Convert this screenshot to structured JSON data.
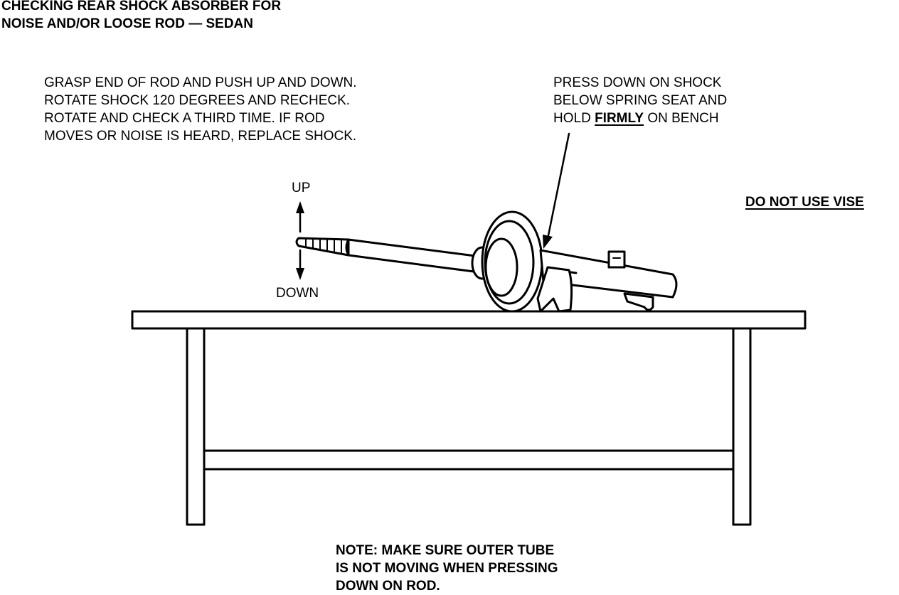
{
  "title": {
    "line1": "CHECKING REAR SHOCK ABSORBER FOR",
    "line2": "NOISE AND/OR LOOSE ROD — SEDAN"
  },
  "instructions_left": {
    "line1": "GRASP END OF ROD AND PUSH UP AND DOWN.",
    "line2": "ROTATE SHOCK 120 DEGREES AND RECHECK.",
    "line3": "ROTATE AND CHECK A THIRD TIME. IF ROD",
    "line4": "MOVES OR NOISE IS HEARD, REPLACE SHOCK."
  },
  "instructions_right": {
    "line1": "PRESS DOWN ON SHOCK",
    "line2": "BELOW SPRING SEAT AND",
    "line3_prefix": "HOLD ",
    "line3_emphasis": "FIRMLY",
    "line3_suffix": " ON BENCH"
  },
  "warning": "DO NOT USE VISE",
  "labels": {
    "up": "UP",
    "down": "DOWN"
  },
  "note": {
    "line1": "NOTE:  MAKE SURE OUTER TUBE",
    "line2": "IS NOT MOVING WHEN PRESSING",
    "line3": "DOWN ON ROD."
  }
}
